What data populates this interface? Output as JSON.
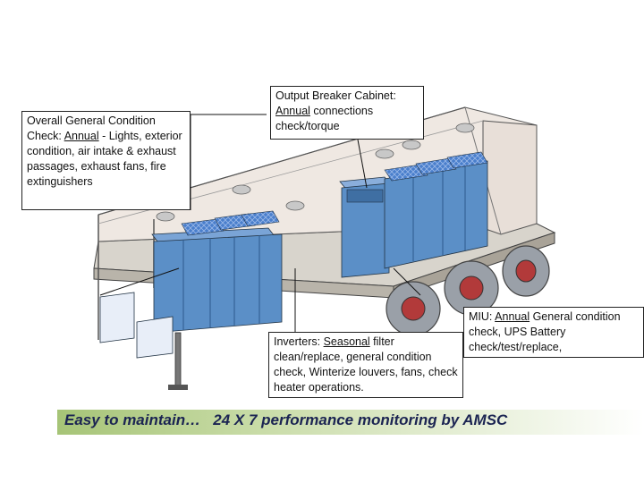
{
  "callouts": {
    "overall": {
      "line1": "Overall General Condition",
      "pre": "Check: ",
      "u": "Annual",
      "post": " - Lights, exterior condition, air intake & exhaust passages, exhaust fans, fire extinguishers"
    },
    "output": {
      "line1": "Output Breaker Cabinet:",
      "u": "Annual",
      "post": " connections check/torque"
    },
    "inverters": {
      "pre": "Inverters: ",
      "u": "Seasonal",
      "post": " filter clean/replace, general condition check, Winterize louvers, fans, check heater operations."
    },
    "miu": {
      "pre": "MIU: ",
      "u": "Annual",
      "post": " General condition check,  UPS Battery check/test/replace,"
    }
  },
  "footer": {
    "text": "Easy to maintain…   24 X 7 performance monitoring by AMSC"
  },
  "colors": {
    "cabinet": "#5b8fc7",
    "cabinet_dark": "#3f6fa3",
    "solar": "#3e74c2",
    "wheel": "#9aa0a8",
    "hub": "#b23a3a",
    "footer_green": "#a6c477",
    "footer_text": "#1b2452"
  }
}
